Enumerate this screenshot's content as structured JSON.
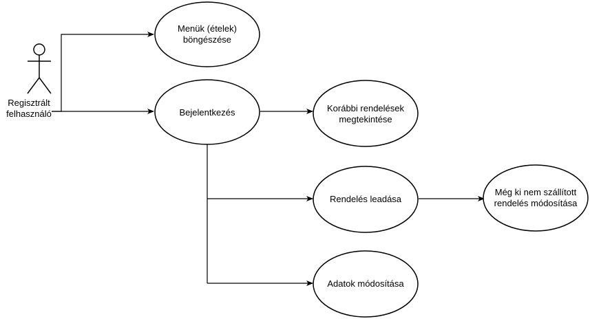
{
  "actor": {
    "name": "Regisztrált\nfelhasználó"
  },
  "use_cases": {
    "browse_menu": "Menük (ételek)\nböngészése",
    "login": "Bejelentkezés",
    "past_orders": "Korábbi rendelések\nmegtekintése",
    "place_order": "Rendelés leadása",
    "modify_order": "Még ki nem szállított\nrendelés módosítása",
    "modify_data": "Adatok módosítása"
  },
  "colors": {
    "stroke": "#000000",
    "fill": "#ffffff"
  }
}
